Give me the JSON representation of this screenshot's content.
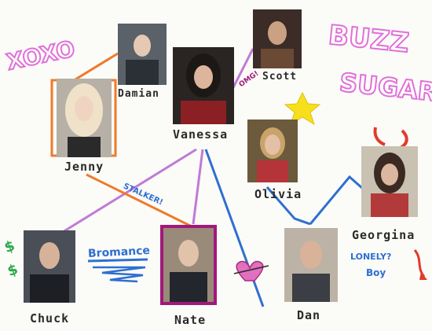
{
  "decor": {
    "xoxo": "XOXO",
    "buzz": "BUZZ",
    "sugar": "SUGAR"
  },
  "people": {
    "damian": "Damian",
    "scott": "Scott",
    "jenny": "Jenny",
    "vanessa": "Vanessa",
    "olivia": "Olivia",
    "georgina": "Georgina",
    "chuck": "Chuck",
    "nate": "Nate",
    "dan": "Dan"
  },
  "annotations": {
    "omg": "OMG!",
    "stalker": "STALKER!",
    "bromance": "Bromance",
    "lonely": "LONELY?",
    "boy": "Boy"
  },
  "colors": {
    "orange": "#f07a2a",
    "purple": "#c07ad6",
    "blue": "#2f6fd0",
    "magenta": "#a0197a",
    "pink": "#e070d8",
    "red": "#e23a2a",
    "green": "#2aa84a",
    "yellow": "#f6e01e"
  }
}
